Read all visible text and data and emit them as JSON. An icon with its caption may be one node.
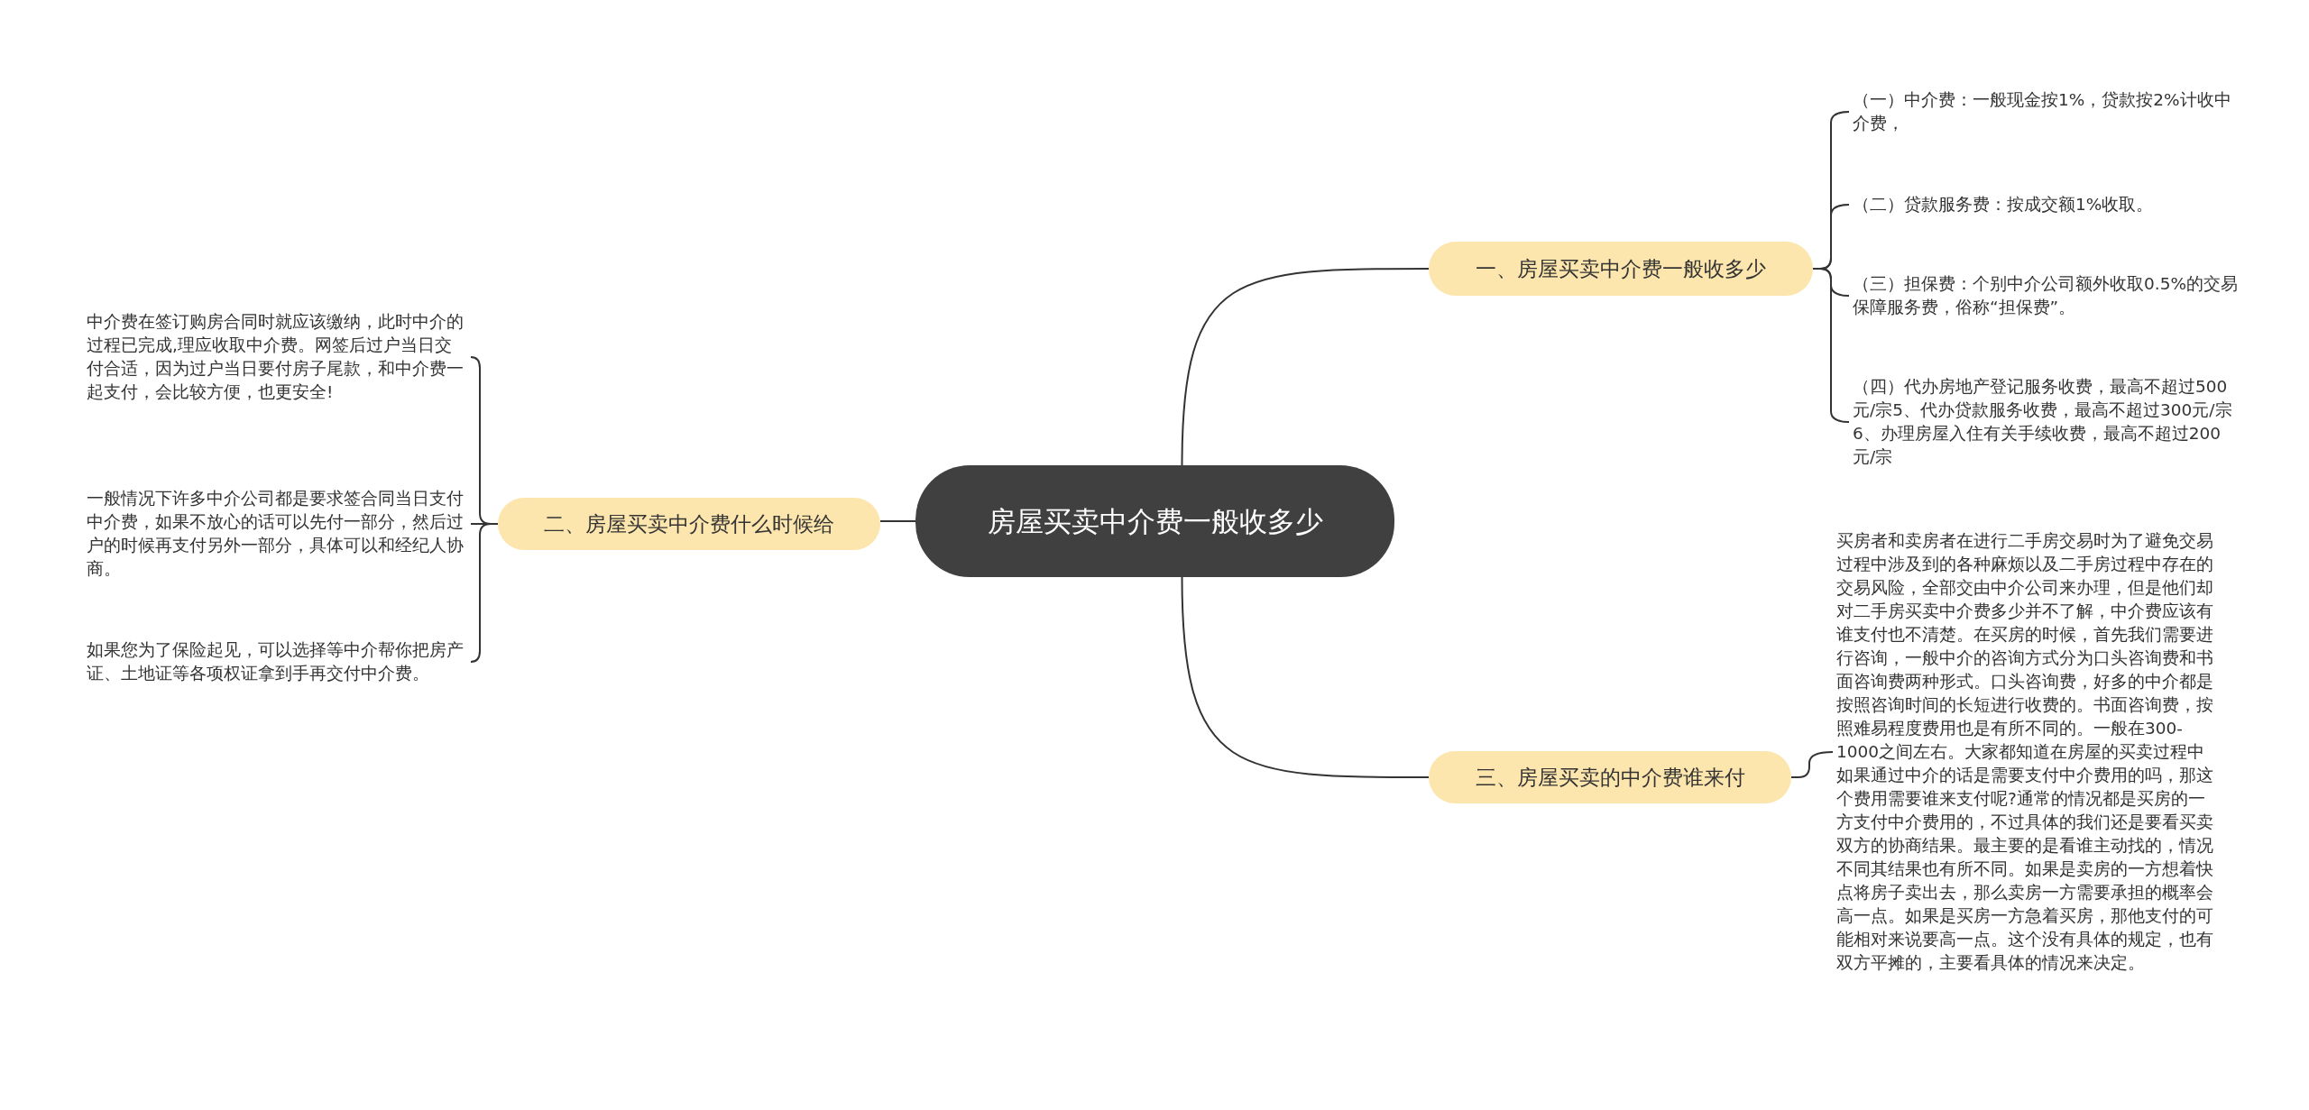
{
  "diagram": {
    "nodes": [
      {
        "text": [
          "房屋买卖中介费一般收多少"
        ]
      },
      {
        "text": [
          "一、房屋买卖中介费一般收多少"
        ]
      },
      {
        "text": [
          "（一）中介费：一般现金按1%，贷款按2%计收中介费，"
        ]
      },
      {
        "text": [
          "（二）贷款服务费：按成交额1%收取。"
        ]
      },
      {
        "text": [
          "（三）担保费：个别中介公司额外收取0.5%的交易保障服务费，俗称“担保费”。"
        ]
      },
      {
        "text": [
          "（四）代办房地产登记服务收费，最高不超过500元/宗5、代办贷款服务收费，最高不超过300元/宗6、办理房屋入住有关手续收费，最高不超过200元/宗"
        ]
      },
      {
        "text": [
          "二、房屋买卖中介费什么时候给"
        ]
      },
      {
        "text": [
          "中介费在签订购房合同时就应该缴纳，此时中介的过程已完成,理应收取中介费。网签后过户当日交付合适，因为过户当日要付房子尾款，和中介费一起支付，会比较方便，也更安全!"
        ]
      },
      {
        "text": [
          "一般情况下许多中介公司都是要求签合同当日支付中介费，如果不放心的话可以先付一部分，然后过户的时候再支付另外一部分，具体可以和经纪人协商。"
        ]
      },
      {
        "text": [
          "如果您为了保险起见，可以选择等中介帮你把房产证、土地证等各项权证拿到手再交付中介费。"
        ]
      },
      {
        "text": [
          "三、房屋买卖的中介费谁来付"
        ]
      },
      {
        "text": [
          "买房者和卖房者在进行二手房交易时为了避免交易过程中涉及到的各种麻烦以及二手房过程中存在的交易风险，全部交由中介公司来办理，但是他们却对二手房买卖中介费多少并不了解，中介费应该有谁支付也不清楚。在买房的时候，首先我们需要进行咨询，一般中介的咨询方式分为口头咨询费和书面咨询费两种形式。口头咨询费，好多的中介都是按照咨询时间的长短进行收费的。书面咨询费，按照难易程度费用也是有所不同的。一般在300-1000之间左右。大家都知道在房屋的买卖过程中如果通过中介的话是需要支付中介费用的吗，那这个费用需要谁来支付呢?通常的情况都是买房的一方支付中介费用的，不过具体的我们还是要看买卖双方的协商结果。最主要的是看谁主动找的，情况不同其结果也有所不同。如果是卖房的一方想着快点将房子卖出去，那么卖房一方需要承担的概率会高一点。如果是买房一方急着买房，那他支付的可能相对来说要高一点。这个没有具体的规定，也有双方平摊的，主要看具体的情况来决定。"
        ]
      }
    ],
    "edges": [
      {
        "from": 0,
        "to": 1,
        "arrow": "none"
      },
      {
        "from": 1,
        "to": 2,
        "arrow": "none"
      },
      {
        "from": 1,
        "to": 3,
        "arrow": "none"
      },
      {
        "from": 1,
        "to": 4,
        "arrow": "none"
      },
      {
        "from": 1,
        "to": 5,
        "arrow": "none"
      },
      {
        "from": 0,
        "to": 6,
        "arrow": "none"
      },
      {
        "from": 6,
        "to": 7,
        "arrow": "none"
      },
      {
        "from": 6,
        "to": 8,
        "arrow": "none"
      },
      {
        "from": 6,
        "to": 9,
        "arrow": "none"
      },
      {
        "from": 0,
        "to": 10,
        "arrow": "none"
      },
      {
        "from": 10,
        "to": 11,
        "arrow": "none"
      }
    ]
  }
}
